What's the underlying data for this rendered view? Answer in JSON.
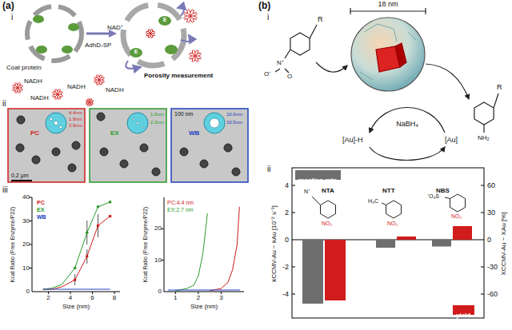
{
  "diagram": {
    "nodes": [
      {
        "text": [
          "reaction rate"
        ]
      },
      {
        "text": [
          "yield"
        ]
      }
    ],
    "labels": [
      "(a)",
      "i",
      "AdhD-SP",
      "Coat protein",
      "NAD⁺",
      "E",
      "E",
      "Porosity measurement",
      "NADH",
      "NADH",
      "NADH",
      "NADH",
      "ii",
      "4.4nm",
      "1.9nm",
      "3.9nm",
      "PC",
      "0.2 μm",
      "1.5nm",
      "2.3nm",
      "EX",
      "10.6nm",
      "10.5nm",
      "WB",
      "100 nm",
      "iii",
      "40",
      "30",
      "20",
      "10",
      "0",
      "2",
      "4",
      "6",
      "8",
      "Size (nm)",
      "Kcat Ratio (Free Enzyme/P22)",
      "PC",
      "EX",
      "WB",
      "Kcat Ratio (Free Enzyme/P22)",
      "Size (nm)",
      "PC:4.4 nm",
      "EX:2.7 nm",
      "0",
      "10",
      "20",
      "1",
      "2",
      "3",
      "(b)",
      "i",
      "R",
      "R",
      "18 nm",
      "NaBH₄",
      "[Au]-H",
      "[Au]",
      "ii",
      "NTA",
      "NTT",
      "NBS",
      "N⁺",
      "H₃C",
      "⁻O₃S",
      "NO₂",
      "NO₂",
      "NO₂",
      "N⁺",
      "O⁻",
      "O",
      "NH₂",
      "4",
      "2",
      "0",
      "-2",
      "-4",
      "60",
      "30",
      "0",
      "-30",
      "-60",
      "kCCMV-Au − kAu [10⁻² s⁻¹]",
      "XCCMV-Au − XAu [%]"
    ]
  }
}
